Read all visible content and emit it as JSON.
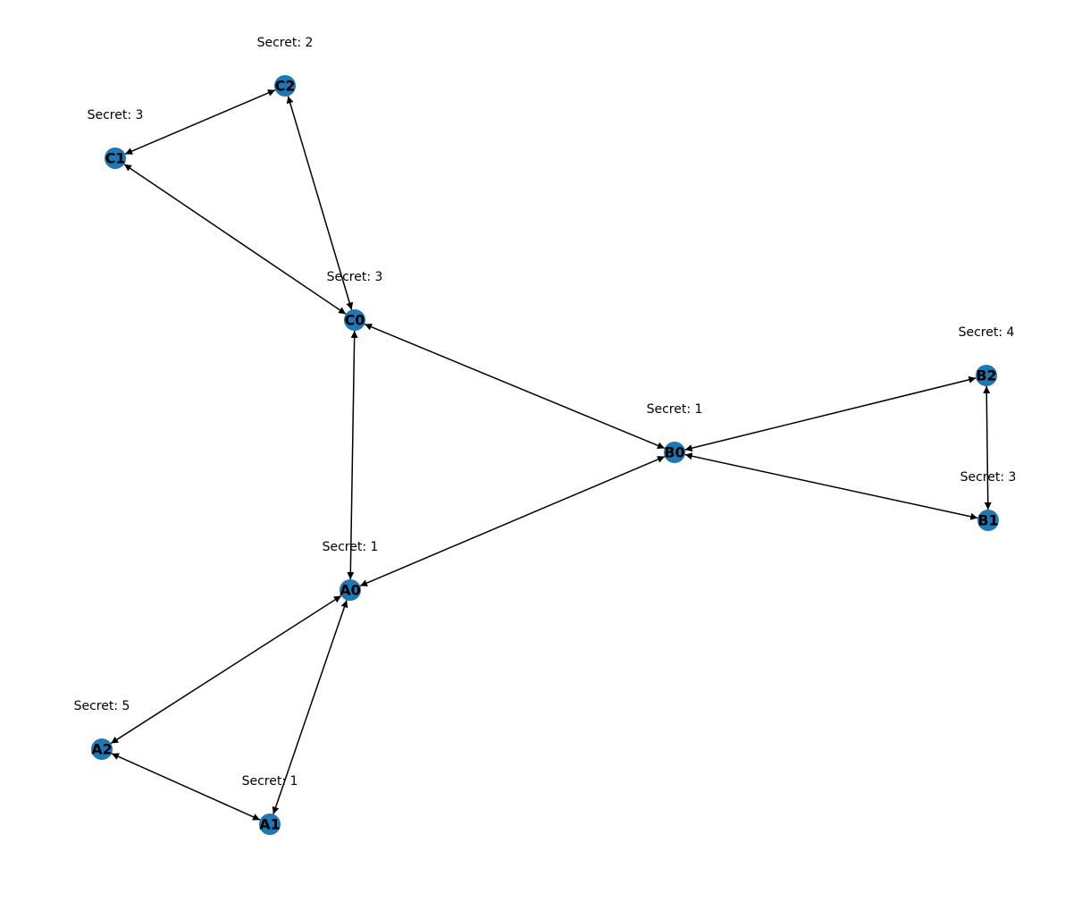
{
  "colors": {
    "node_fill": "#1f77b4",
    "edge": "#000000",
    "text": "#000000",
    "background": "#ffffff"
  },
  "edge_style": "bidirectional-arrows",
  "nodes": [
    {
      "id": "C2",
      "label": "C2",
      "secret_label": "Secret: 2"
    },
    {
      "id": "C1",
      "label": "C1",
      "secret_label": "Secret: 3"
    },
    {
      "id": "C0",
      "label": "C0",
      "secret_label": "Secret: 3"
    },
    {
      "id": "B2",
      "label": "B2",
      "secret_label": "Secret: 4"
    },
    {
      "id": "B0",
      "label": "B0",
      "secret_label": "Secret: 1"
    },
    {
      "id": "B1",
      "label": "B1",
      "secret_label": "Secret: 3"
    },
    {
      "id": "A0",
      "label": "A0",
      "secret_label": "Secret: 1"
    },
    {
      "id": "A2",
      "label": "A2",
      "secret_label": "Secret: 5"
    },
    {
      "id": "A1",
      "label": "A1",
      "secret_label": "Secret: 1"
    }
  ],
  "edges": [
    {
      "from": "C1",
      "to": "C2"
    },
    {
      "from": "C2",
      "to": "C0"
    },
    {
      "from": "C1",
      "to": "C0"
    },
    {
      "from": "C0",
      "to": "B0"
    },
    {
      "from": "C0",
      "to": "A0"
    },
    {
      "from": "B0",
      "to": "B2"
    },
    {
      "from": "B0",
      "to": "B1"
    },
    {
      "from": "B2",
      "to": "B1"
    },
    {
      "from": "B0",
      "to": "A0"
    },
    {
      "from": "A0",
      "to": "A2"
    },
    {
      "from": "A0",
      "to": "A1"
    },
    {
      "from": "A2",
      "to": "A1"
    }
  ]
}
